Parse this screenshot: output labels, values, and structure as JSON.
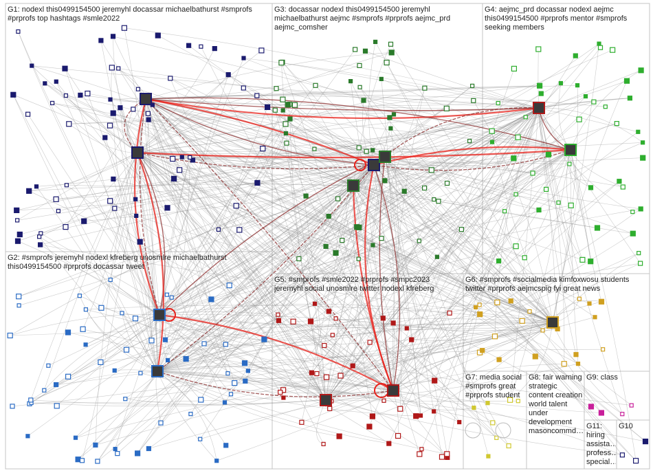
{
  "colors": {
    "background": "#ffffff",
    "panel_border": "#c4c4c4",
    "edge_gray": "#8c8c8c",
    "edge_red": "#e8201a",
    "edge_dark_red": "#8b2a2a",
    "group_colors": [
      "#1a1a6e",
      "#2a6bc4",
      "#2a7a2a",
      "#2eae2e",
      "#b01818",
      "#d0a020",
      "#d0c830",
      "#6c2a8a",
      "#c81f9a",
      "#1a1a6e",
      "#1a1a6e"
    ]
  },
  "groups": [
    {
      "id": "G1",
      "label": "G1: nodexl this0499154500 jeremyhl docassar michaelbathurst #smprofs #prprofs top hashtags #smle2022"
    },
    {
      "id": "G2",
      "label": "G2: #smprofs jeremyhl nodexl kfreberg unosmlre michaelbathurst this0499154500 #prprofs docassar tweet"
    },
    {
      "id": "G3",
      "label": "G3: docassar nodexl this0499154500 jeremyhl michaelbathurst aejmc #smprofs #prprofs aejmc_prd aejmc_comsher"
    },
    {
      "id": "G4",
      "label": "G4: aejmc_prd docassar nodexl aejmc this0499154500 #prprofs mentor #smprofs seeking members"
    },
    {
      "id": "G5",
      "label": "G5: #smprofs #smle2022 #prprofs #smpc2023 jeremyhl social unosmlre twitter nodexl kfreberg"
    },
    {
      "id": "G6",
      "label": "G6: #smprofs #socialmedia kimfoxwosu students twitter #prprofs aejmcspig fyi great news"
    },
    {
      "id": "G7",
      "label": "G7: media social #smprofs great #prprofs student"
    },
    {
      "id": "G8",
      "label": "G8: fair warning strategic content creation world talent under development masoncommd…"
    },
    {
      "id": "G9",
      "label": "G9: class"
    },
    {
      "id": "G10",
      "label": "G10"
    },
    {
      "id": "G11",
      "label": "G11: hiring assista… profess… special…"
    }
  ]
}
